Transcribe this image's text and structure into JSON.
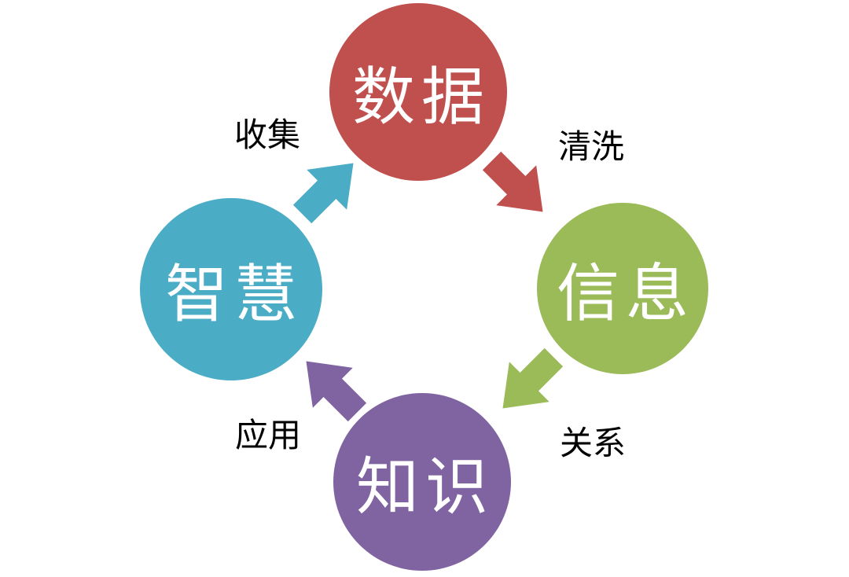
{
  "diagram": {
    "type": "cycle",
    "background": "#ffffff",
    "label_color": "#000000",
    "nodes": [
      {
        "id": "data",
        "label": "数据",
        "color": "#c0504d",
        "position": "top"
      },
      {
        "id": "info",
        "label": "信息",
        "color": "#9bbb59",
        "position": "right"
      },
      {
        "id": "knowledge",
        "label": "知识",
        "color": "#8064a2",
        "position": "bottom"
      },
      {
        "id": "wisdom",
        "label": "智慧",
        "color": "#4bacc6",
        "position": "left"
      }
    ],
    "arrows": [
      {
        "id": "collect",
        "label": "收集",
        "color": "#4bacc6",
        "from": "wisdom",
        "to": "data",
        "direction": "up-right"
      },
      {
        "id": "clean",
        "label": "清洗",
        "color": "#c0504d",
        "from": "data",
        "to": "info",
        "direction": "down-right"
      },
      {
        "id": "relation",
        "label": "关系",
        "color": "#9bbb59",
        "from": "info",
        "to": "knowledge",
        "direction": "down-left"
      },
      {
        "id": "apply",
        "label": "应用",
        "color": "#8064a2",
        "from": "knowledge",
        "to": "wisdom",
        "direction": "up-left"
      }
    ]
  }
}
